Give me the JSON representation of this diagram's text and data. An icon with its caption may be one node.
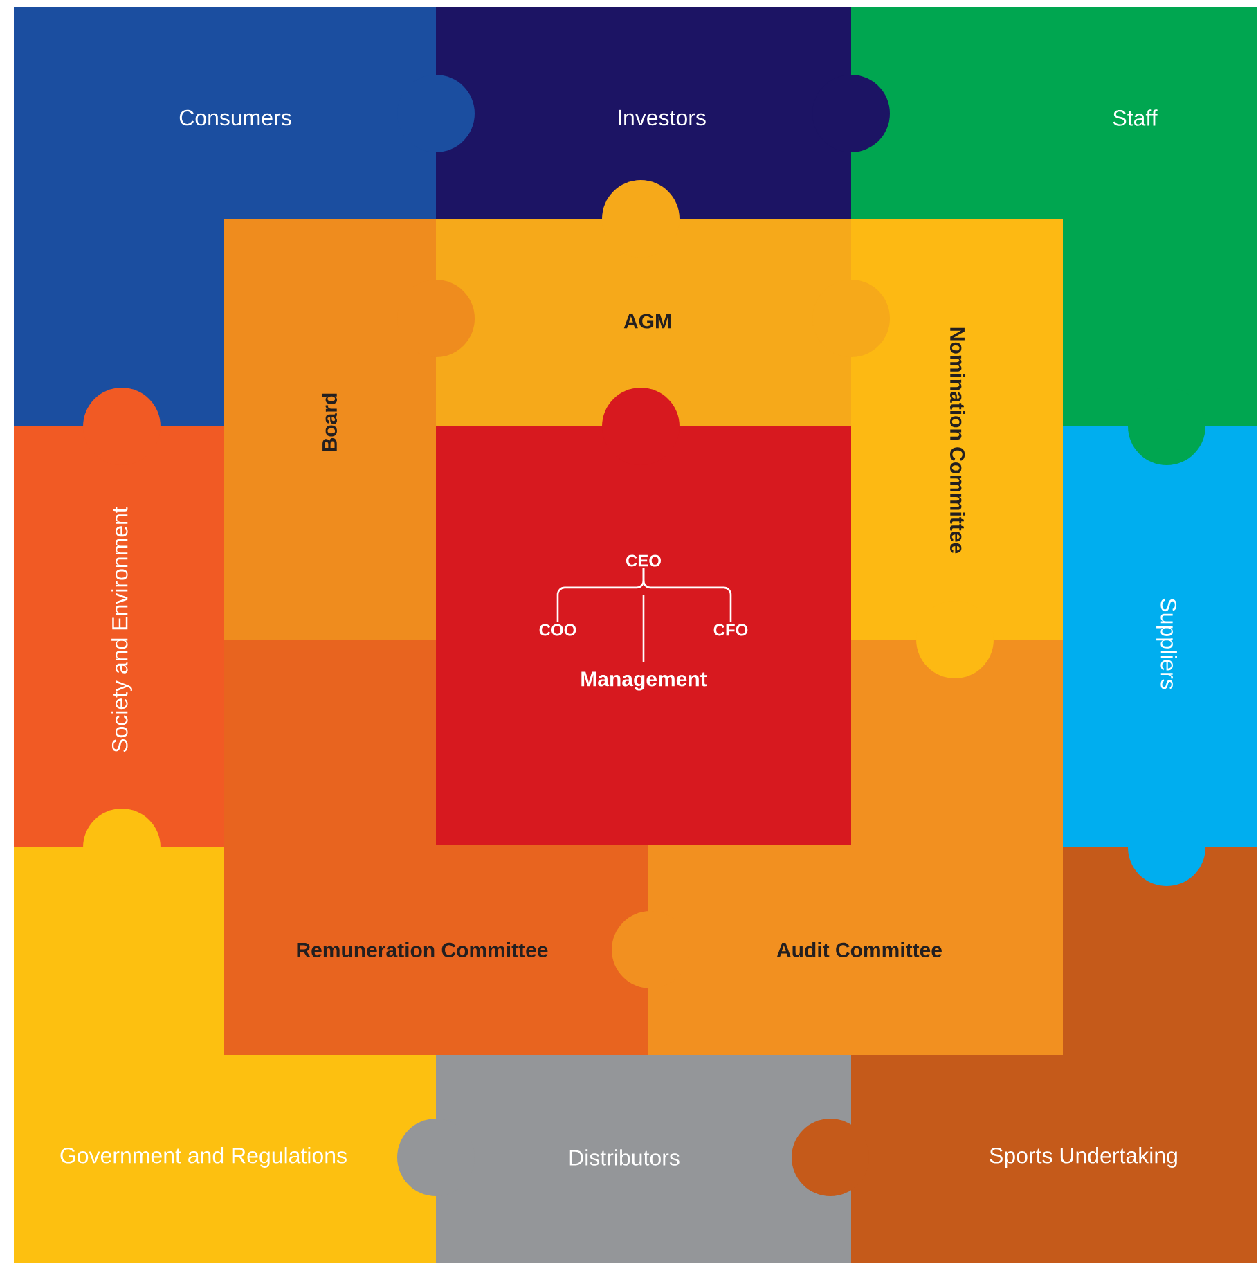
{
  "diagram": {
    "nodes": [
      {
        "text": [
          "Consumers"
        ]
      },
      {
        "text": [
          "Investors"
        ]
      },
      {
        "text": [
          "Staff"
        ]
      },
      {
        "text": [
          "Society and Environment"
        ]
      },
      {
        "text": [
          "Board"
        ]
      },
      {
        "text": [
          "AGM"
        ]
      },
      {
        "text": [
          "Nomination Committee"
        ]
      },
      {
        "text": [
          "Suppliers"
        ]
      },
      {
        "text": [
          "Management"
        ]
      },
      {
        "text": [
          "CEO"
        ],
        "in": 8
      },
      {
        "text": [
          "COO"
        ],
        "in": 8
      },
      {
        "text": [
          "CFO"
        ],
        "in": 8
      },
      {
        "text": [
          "Remuneration Committee"
        ]
      },
      {
        "text": [
          "Audit Committee"
        ]
      },
      {
        "text": [
          "Government and Regulations"
        ]
      },
      {
        "text": [
          "Distributors"
        ]
      },
      {
        "text": [
          "Sports Undertaking"
        ]
      }
    ],
    "edges": [
      {
        "from": 9,
        "to": 10,
        "arrow": "none"
      },
      {
        "from": 9,
        "to": 11,
        "arrow": "none"
      }
    ]
  }
}
